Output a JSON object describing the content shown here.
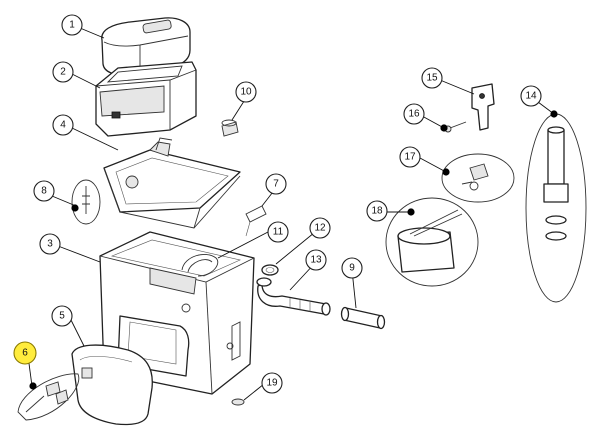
{
  "callouts": [
    {
      "id": "1",
      "label": "1",
      "highlighted": false
    },
    {
      "id": "2",
      "label": "2",
      "highlighted": false
    },
    {
      "id": "3",
      "label": "3",
      "highlighted": false
    },
    {
      "id": "4",
      "label": "4",
      "highlighted": false
    },
    {
      "id": "5",
      "label": "5",
      "highlighted": false
    },
    {
      "id": "6",
      "label": "6",
      "highlighted": true
    },
    {
      "id": "7",
      "label": "7",
      "highlighted": false
    },
    {
      "id": "8",
      "label": "8",
      "highlighted": false
    },
    {
      "id": "9",
      "label": "9",
      "highlighted": false
    },
    {
      "id": "10",
      "label": "10",
      "highlighted": false
    },
    {
      "id": "11",
      "label": "11",
      "highlighted": false
    },
    {
      "id": "12",
      "label": "12",
      "highlighted": false
    },
    {
      "id": "13",
      "label": "13",
      "highlighted": false
    },
    {
      "id": "14",
      "label": "14",
      "highlighted": false
    },
    {
      "id": "15",
      "label": "15",
      "highlighted": false
    },
    {
      "id": "16",
      "label": "16",
      "highlighted": false
    },
    {
      "id": "17",
      "label": "17",
      "highlighted": false
    },
    {
      "id": "18",
      "label": "18",
      "highlighted": false
    },
    {
      "id": "19",
      "label": "19",
      "highlighted": false
    }
  ],
  "colors": {
    "highlight": "#ffec3d",
    "line": "#222222",
    "background": "#ffffff"
  }
}
